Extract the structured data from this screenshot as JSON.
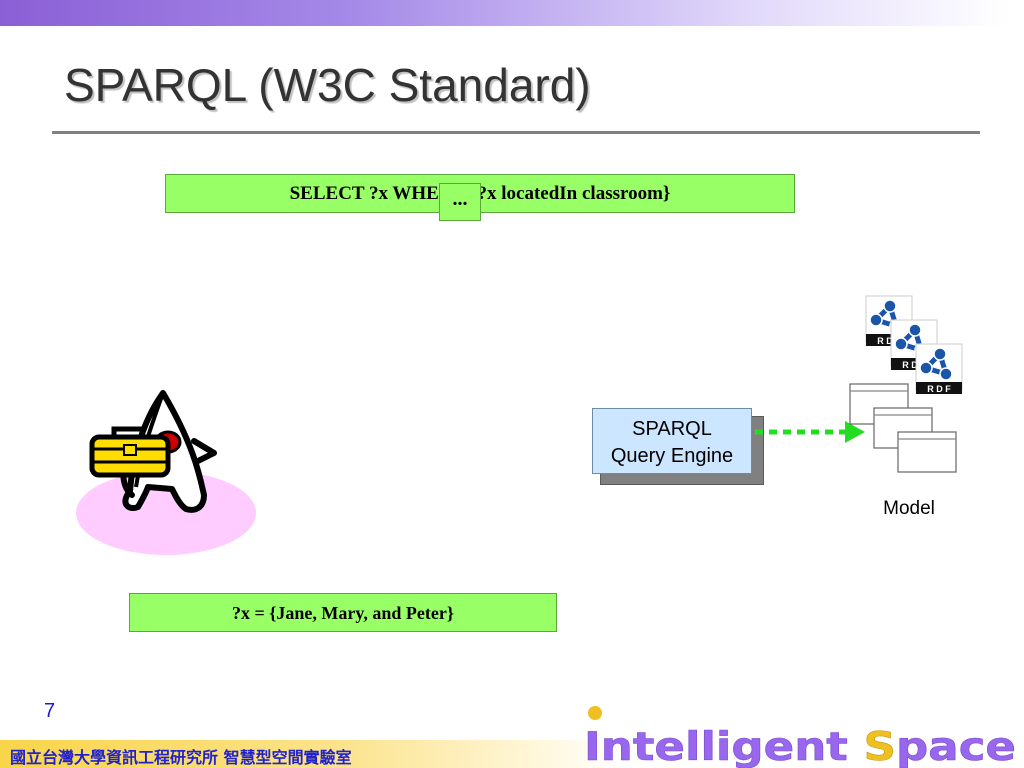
{
  "slide": {
    "title": "SPARQL (W3C Standard)",
    "page_number": "7"
  },
  "diagram": {
    "query": "SELECT ?x WHERE {?x locatedIn classroom}",
    "ellipsis": "...",
    "engine_line1": "SPARQL",
    "engine_line2": "Query Engine",
    "model_label": "Model",
    "rdf_icon_text": "R D F",
    "result": "?x = {Jane, Mary, and Peter}"
  },
  "footer": {
    "lab_name": "國立台灣大學資訊工程研究所 智慧型空間實驗室",
    "brand": "Intelligent Space"
  },
  "colors": {
    "title_bar": "#8b5fd6",
    "query_fill": "#99ff66",
    "engine_fill": "#cce6ff",
    "arrow": "#22dd22",
    "agent_shadow": "#ffccff",
    "brand_purple": "#9966ee",
    "brand_gold": "#f0c020",
    "footer_text": "#2222cc"
  }
}
